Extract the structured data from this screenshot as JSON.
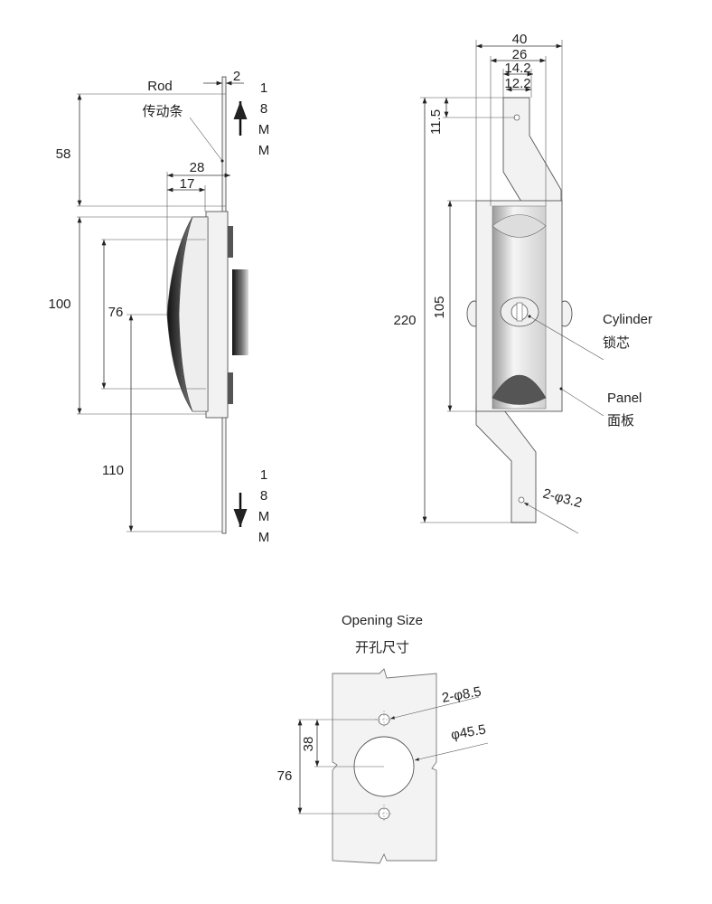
{
  "side_view": {
    "rod_label": "Rod",
    "rod_label_cn": "传动条",
    "dims": {
      "rod_thickness": "2",
      "top_offset": "58",
      "body_height": "100",
      "handle_span": "76",
      "bottom_offset": "110",
      "depth_total": "28",
      "depth_handle": "17"
    },
    "travel_top": [
      "1",
      "8",
      "M",
      "M"
    ],
    "travel_bottom": [
      "1",
      "8",
      "M",
      "M"
    ]
  },
  "front_view": {
    "dims": {
      "width_total": "40",
      "width_inner": "26",
      "rod_outer": "14.2",
      "rod_inner": "12.2",
      "hole_offset": "11.5",
      "overall_height": "220",
      "body_height": "105"
    },
    "cylinder_label": "Cylinder",
    "cylinder_label_cn": "锁芯",
    "panel_label": "Panel",
    "panel_label_cn": "面板",
    "hole_callout": "2-φ3.2"
  },
  "opening": {
    "title": "Opening Size",
    "title_cn": "开孔尺寸",
    "small_holes": "2-φ8.5",
    "main_hole": "φ45.5",
    "dim_half": "38",
    "dim_full": "76"
  }
}
